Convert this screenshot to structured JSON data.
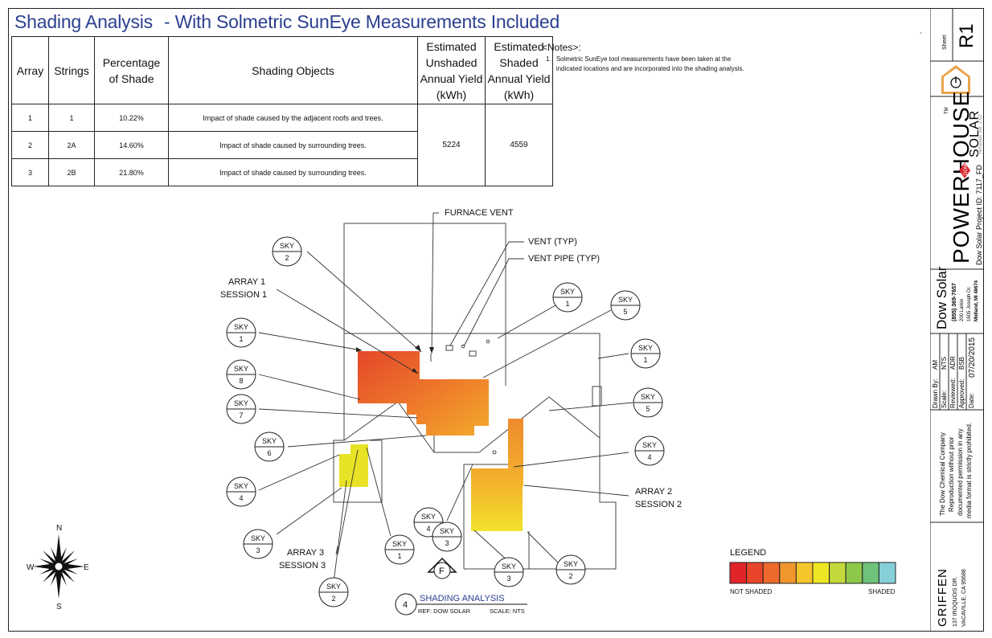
{
  "title": {
    "main": "Shading Analysis",
    "sub": "- With Solmetric SunEye Measurements Included"
  },
  "table": {
    "headers": [
      "Array",
      "Strings",
      "Percentage of Shade",
      "Shading Objects",
      "Estimated Unshaded Annual Yield (kWh)",
      "Estimated Shaded Annual Yield (kWh)"
    ],
    "rows": [
      {
        "array": "1",
        "strings": "1",
        "pct": "10.22%",
        "objects": "Impact of shade caused by the adjacent roofs and trees."
      },
      {
        "array": "2",
        "strings": "2A",
        "pct": "14.60%",
        "objects": "Impact of shade caused by surrounding trees."
      },
      {
        "array": "3",
        "strings": "2B",
        "pct": "21.80%",
        "objects": "Impact of shade caused by surrounding trees."
      }
    ],
    "unshaded_yield": "5224",
    "shaded_yield": "4559"
  },
  "notes": {
    "title": "<Notes>:",
    "items": [
      {
        "num": "1.",
        "text": "Solmetric SunEye tool measurements have been taken at the indicated locations and are incorporated into the shading analysis."
      }
    ]
  },
  "plan": {
    "callouts": {
      "furnace_vent": "FURNACE VENT",
      "vent": "VENT (TYP)",
      "vent_pipe": "VENT PIPE (TYP)",
      "array1_a": "ARRAY 1",
      "array1_b": "SESSION 1",
      "array2_a": "ARRAY 2",
      "array2_b": "SESSION 2",
      "array3_a": "ARRAY 3",
      "array3_b": "SESSION 3"
    },
    "sky_label": "SKY",
    "sky_markers": [
      "2",
      "1",
      "8",
      "7",
      "6",
      "4",
      "3",
      "2",
      "1",
      "3",
      "4",
      "1",
      "5",
      "1",
      "5",
      "4",
      "3",
      "2"
    ],
    "compass": {
      "n": "N",
      "s": "S",
      "e": "E",
      "w": "W"
    },
    "front_marker": "F"
  },
  "detail": {
    "number": "4",
    "title": "SHADING ANALYSIS",
    "ref": "REF: DOW SOLAR",
    "scale": "SCALE:  NTS"
  },
  "legend": {
    "title": "LEGEND",
    "left": "NOT SHADED",
    "right": "SHADED",
    "colors": [
      "#e1242a",
      "#e8452b",
      "#ed6a2c",
      "#f1962d",
      "#f5c52c",
      "#eee624",
      "#c3d83a",
      "#8dc84a",
      "#6ec27a",
      "#86cfd9"
    ]
  },
  "title_block": {
    "sheet_label": "Sheet",
    "sheet_no": "R1",
    "brand_main": "POWERHOUSE",
    "brand_tm": "TM",
    "brand_solar": "SOLAR",
    "brand_dow": "DOW",
    "template_ver": "Template Ver. 2.02",
    "project_id": "Dow Solar Project ID: 7117_FD",
    "company": "Dow Solar",
    "phone": "(855) 369-7657",
    "addr1": "200 Larkin",
    "addr2": "1605 Joseph Dr.",
    "addr3": "Midland, MI 48674",
    "drawn_by_l": "Drawn By:",
    "drawn_by_v": "AM",
    "scale_l": "Scale:",
    "scale_v": "NTS",
    "reviewed_l": "Reviewed:",
    "reviewed_v": "ADR",
    "approved_l": "Approved:",
    "approved_v": "BSB",
    "date_l": "Date:",
    "date_v": "07/20/2015",
    "disclaimer": [
      "The Dow Chemical Company",
      "Reproduction without prior",
      "documented permission in any",
      "media format is strictly prohibited."
    ],
    "customer": "GRIFFEN",
    "cust_addr1": "137 IROQUOIS DR.",
    "cust_addr2": "VACAVILLE, CA 95688"
  }
}
